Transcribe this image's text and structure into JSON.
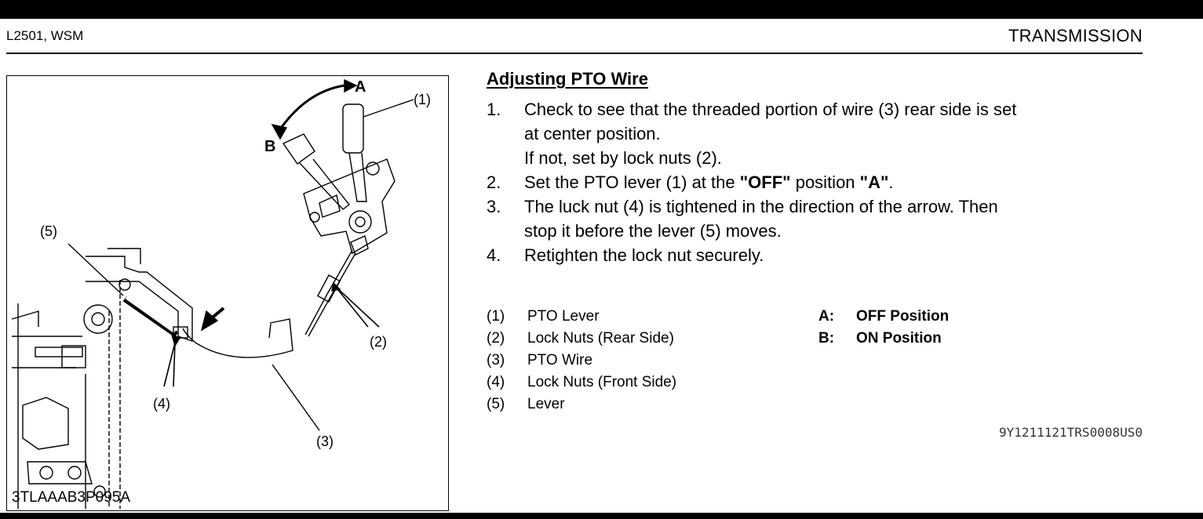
{
  "header": {
    "model": "L2501, WSM",
    "section": "TRANSMISSION"
  },
  "figure": {
    "code": "3TLAAAB3P095A",
    "callouts": {
      "c1": "(1)",
      "c2": "(2)",
      "c3": "(3)",
      "c4": "(4)",
      "c5": "(5)",
      "a": "A",
      "b": "B"
    }
  },
  "content": {
    "title": "Adjusting PTO Wire",
    "steps": [
      {
        "num": "1.",
        "lines": [
          "Check to see that the threaded portion of wire (3) rear side is set",
          "at center position.",
          "If not, set by lock nuts (2)."
        ]
      },
      {
        "num": "2.",
        "pre": "Set the PTO lever (1) at the ",
        "off": "\"OFF\"",
        "mid": " position ",
        "a": "\"A\"",
        "post": "."
      },
      {
        "num": "3.",
        "lines": [
          "The luck nut (4) is tightened in the direction of the arrow. Then",
          "stop it before the lever (5) moves."
        ]
      },
      {
        "num": "4.",
        "lines": [
          "Retighten the lock nut securely."
        ]
      }
    ],
    "legend": [
      {
        "key": "(1)",
        "label": "PTO Lever"
      },
      {
        "key": "(2)",
        "label": "Lock Nuts (Rear Side)"
      },
      {
        "key": "(3)",
        "label": "PTO Wire"
      },
      {
        "key": "(4)",
        "label": "Lock Nuts (Front Side)"
      },
      {
        "key": "(5)",
        "label": "Lever"
      }
    ],
    "positions": [
      {
        "key": "A:",
        "label": "OFF Position"
      },
      {
        "key": "B:",
        "label": "ON Position"
      }
    ],
    "doc_code": "9Y1211121TRS0008US0"
  }
}
